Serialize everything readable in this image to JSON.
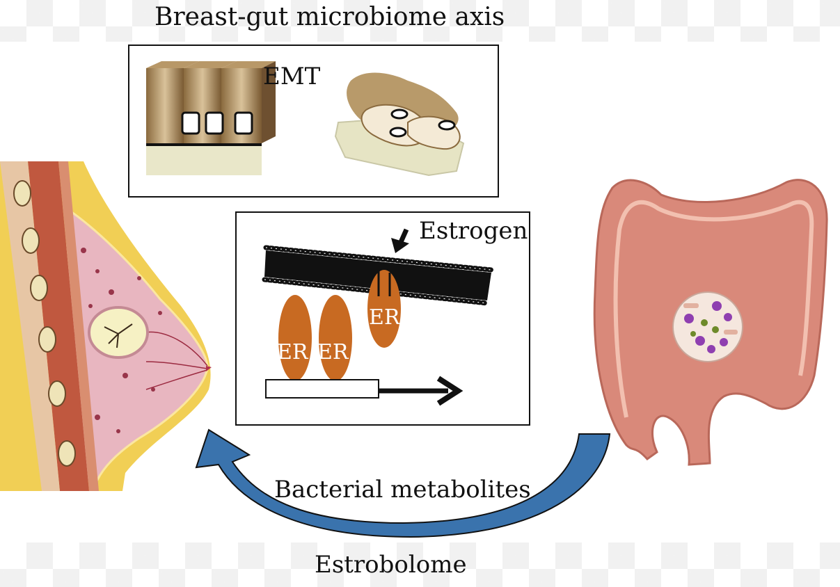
{
  "title": "Breast-gut microbiome axis",
  "labels": {
    "emt": "EMT",
    "estrogen": "Estrogen",
    "er": "ER",
    "bacterial_metabolites": "Bacterial metabolites",
    "estrobolome": "Estrobolome"
  },
  "colors": {
    "receptor": "#c86a22",
    "arrow_blue": "#3a73ad",
    "colon": "#d9897a",
    "breast_pink": "#e9b8c3",
    "breast_fat": "#f3d35f"
  }
}
